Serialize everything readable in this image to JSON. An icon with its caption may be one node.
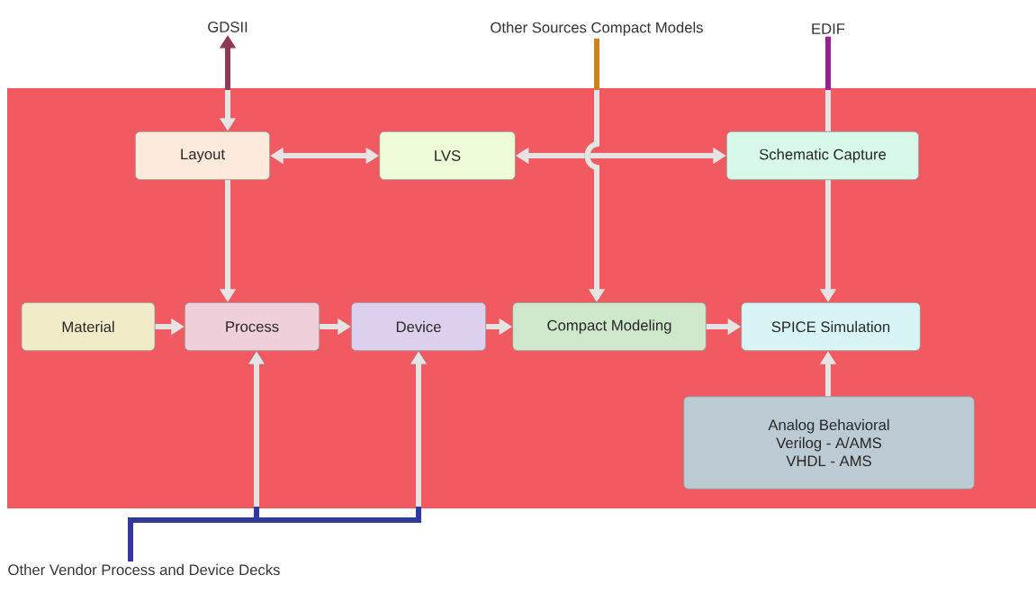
{
  "diagram": {
    "nodes": [
      {
        "text": [
          "GDSII"
        ]
      },
      {
        "text": [
          "Other Sources Compact Models"
        ]
      },
      {
        "text": [
          "EDIF"
        ]
      },
      {
        "text": [
          "Layout"
        ]
      },
      {
        "text": [
          "LVS"
        ]
      },
      {
        "text": [
          "Schematic Capture"
        ]
      },
      {
        "text": [
          "Material"
        ]
      },
      {
        "text": [
          "Process"
        ]
      },
      {
        "text": [
          "Device"
        ]
      },
      {
        "text": [
          "Compact Modeling"
        ]
      },
      {
        "text": [
          "SPICE Simulation"
        ]
      },
      {
        "text": [
          "Analog Behavioral",
          "Verilog - A/AMS",
          "VHDL - AMS"
        ]
      },
      {
        "text": [
          "Other Vendor Process and Device Decks"
        ]
      }
    ],
    "edges": [
      {
        "from": 3,
        "to": 0,
        "arrow": "both",
        "color": "#8e3a52"
      },
      {
        "from": 3,
        "to": 4,
        "arrow": "both"
      },
      {
        "from": 4,
        "to": 5,
        "arrow": "both"
      },
      {
        "from": 1,
        "to": 9,
        "arrow": "to",
        "color": "#c8841e"
      },
      {
        "from": 2,
        "to": 5,
        "arrow": "none",
        "color": "#9b1f96"
      },
      {
        "from": 5,
        "to": 10,
        "arrow": "to"
      },
      {
        "from": 3,
        "to": 7,
        "arrow": "to"
      },
      {
        "from": 6,
        "to": 7,
        "arrow": "to"
      },
      {
        "from": 7,
        "to": 8,
        "arrow": "to"
      },
      {
        "from": 8,
        "to": 9,
        "arrow": "to"
      },
      {
        "from": 9,
        "to": 10,
        "arrow": "to"
      },
      {
        "from": 11,
        "to": 10,
        "arrow": "to"
      },
      {
        "from": 12,
        "to": 7,
        "arrow": "to",
        "color": "#33399a"
      },
      {
        "from": 12,
        "to": 8,
        "arrow": "to",
        "color": "#33399a"
      }
    ]
  }
}
